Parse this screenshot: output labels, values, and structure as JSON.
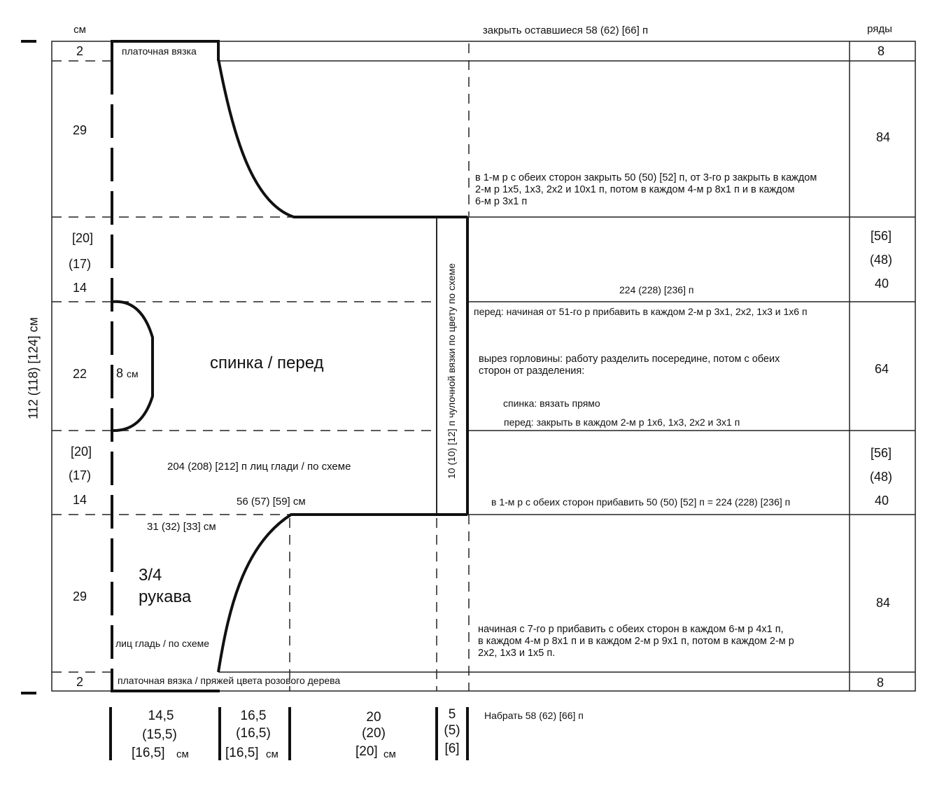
{
  "header": {
    "cm": "см",
    "rows": "ряды",
    "top_note": "закрыть оставшиеся 58 (62) [66] п"
  },
  "total_height": "112 (118) [124] см",
  "left_cm": {
    "r1": "2",
    "r2": "29",
    "r3": [
      "[20]",
      "(17)",
      "14"
    ],
    "r4": "22",
    "r5": [
      "[20]",
      "(17)",
      "14"
    ],
    "r6": "29",
    "r7": "2"
  },
  "right_rows": {
    "r1": "8",
    "r2": "84",
    "r3": [
      "[56]",
      "(48)",
      "40"
    ],
    "r4": "64",
    "r5": [
      "[56]",
      "(48)",
      "40"
    ],
    "r6": "84",
    "r7": "8"
  },
  "labels": {
    "garter_top": "платочная вязка",
    "garter_bottom": "платочная вязка / пряжей цвета розового дерева",
    "body": "спинка / перед",
    "armhole_num": "8",
    "armhole_unit": "см",
    "sleeve_line1": "3/4",
    "sleeve_line2": "рукава",
    "sleeve_stitch": "лиц гладь / по схеме",
    "body_stitch": "204 (208) [212] п лиц глади / по схеме",
    "body_width": "56 (57) [59] см",
    "sleeve_width": "31 (32) [33] см",
    "vertical_stripe": "10 (10) [12] п чулочной вязки по цвету по схеме"
  },
  "notes": {
    "decrease_top": "в 1-м р с обеих сторон закрыть 50 (50) [52] п, от 3-го р закрыть в каждом\n2-м р 1х5, 1х3, 2х2 и 10х1 п, потом в каждом 4-м р 8х1 п и в каждом\n6-м р 3х1 п",
    "stitches_upper": "224 (228) [236] п",
    "front_increase": "перед: начиная от 51-го р прибавить в каждом 2-м р 3х1, 2х2, 1х3 и 1х6 п",
    "neckline": "вырез горловины: работу разделить посередине, потом с обеих\nсторон от разделения:",
    "back_straight": "спинка: вязать прямо",
    "front_bind": "перед: закрыть в каждом 2-м р 1х6, 1х3, 2х2 и 3х1 п",
    "increase_lower": "в 1-м р с обеих сторон прибавить 50 (50) [52] п = 224 (228) [236] п",
    "increase_sleeve": "начиная с 7-го р прибавить с обеих сторон в каждом 6-м р 4х1 п,\nв каждом 4-м р 8х1 п и в каждом 2-м р 9х1 п, потом в каждом 2-м р\n2х2, 1х3 и 1х5 п.",
    "cast_on": "Набрать 58 (62) [66] п"
  },
  "bottom_widths": {
    "c1": [
      "14,5",
      "(15,5)",
      "[16,5]"
    ],
    "c1_unit": "см",
    "c2": [
      "16,5",
      "(16,5)",
      "[16,5]"
    ],
    "c2_unit": "см",
    "c3": [
      "20",
      "(20)",
      "[20]"
    ],
    "c3_unit": "см",
    "c4": [
      "5",
      "(5)",
      "[6]"
    ]
  }
}
